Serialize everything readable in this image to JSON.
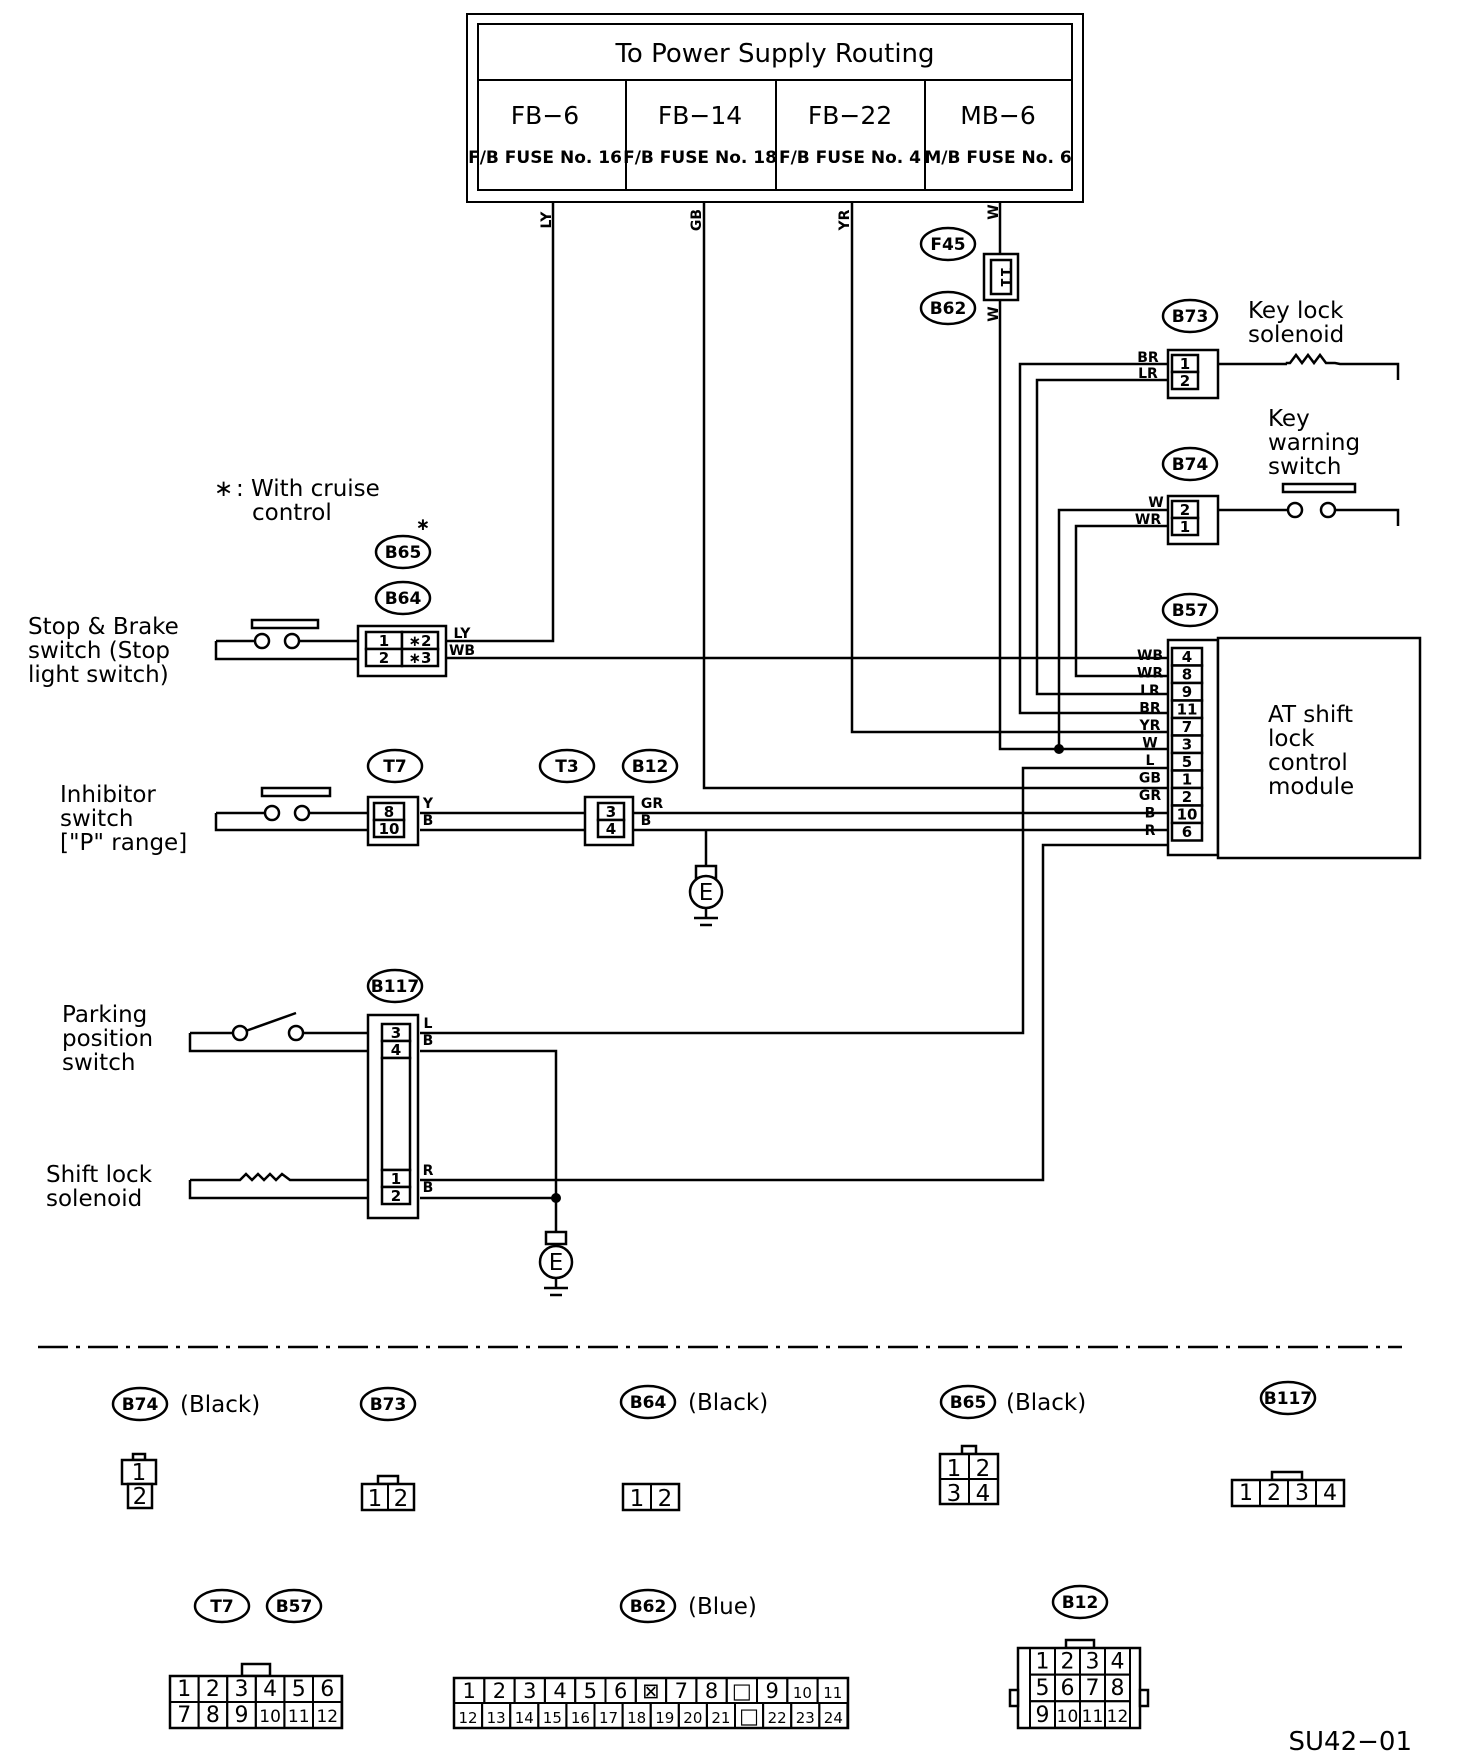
{
  "power": {
    "title": "To Power Supply Routing",
    "fuses": [
      {
        "id": "FB−6",
        "sub": "F/B FUSE No. 16"
      },
      {
        "id": "FB−14",
        "sub": "F/B FUSE No. 18"
      },
      {
        "id": "FB−22",
        "sub": "F/B FUSE No. 4"
      },
      {
        "id": "MB−6",
        "sub": "M/B FUSE No. 6"
      }
    ]
  },
  "note": {
    "mark": "∗",
    "line1": ": With cruise",
    "line2": "control"
  },
  "components": {
    "stop_brake": [
      "Stop & Brake",
      "switch (Stop",
      "light switch)"
    ],
    "inhibitor": [
      "Inhibitor",
      "switch",
      "[\"P\" range]"
    ],
    "parking": [
      "Parking",
      "position",
      "switch"
    ],
    "shift_lock": [
      "Shift lock",
      "solenoid"
    ],
    "key_lock": [
      "Key lock",
      "solenoid"
    ],
    "key_warning": [
      "Key",
      "warning",
      "switch"
    ],
    "module": [
      "AT shift",
      "lock",
      "control",
      "module"
    ]
  },
  "connectors": {
    "F45": "F45",
    "B62": "B62",
    "B73": "B73",
    "B74": "B74",
    "B57": "B57",
    "B65": "B65",
    "B64": "B64",
    "T7": "T7",
    "T3": "T3",
    "B12": "B12",
    "B117": "B117",
    "ground": "E",
    "star": "∗"
  },
  "wires": {
    "LY": "LY",
    "GB": "GB",
    "YR": "YR",
    "W": "W",
    "BR": "BR",
    "LR": "LR",
    "WR": "WR",
    "WB": "WB",
    "Y": "Y",
    "B": "B",
    "GR": "GR",
    "L": "L",
    "R": "R"
  },
  "pins": {
    "f45": "11",
    "b73": [
      "1",
      "2"
    ],
    "b74": [
      "2",
      "1"
    ],
    "b64": [
      "1",
      "2",
      "∗2",
      "∗3"
    ],
    "t7": [
      "8",
      "10"
    ],
    "b12": [
      "3",
      "4"
    ],
    "b117": [
      "3",
      "4",
      "1",
      "2"
    ],
    "b57": [
      "4",
      "8",
      "9",
      "11",
      "7",
      "3",
      "5",
      "1",
      "2",
      "10",
      "6"
    ],
    "b57_wires": [
      "WB",
      "WR",
      "LR",
      "BR",
      "YR",
      "W",
      "L",
      "GB",
      "GR",
      "B",
      "R"
    ]
  },
  "legend": {
    "b74": {
      "id": "B74",
      "color": "(Black)",
      "pins": [
        "1",
        "2"
      ]
    },
    "b73": {
      "id": "B73",
      "pins": [
        "1",
        "2"
      ]
    },
    "b64": {
      "id": "B64",
      "color": "(Black)",
      "pins": [
        "1",
        "2"
      ]
    },
    "b65": {
      "id": "B65",
      "color": "(Black)",
      "pins": [
        "1",
        "2",
        "3",
        "4"
      ]
    },
    "b117": {
      "id": "B117",
      "pins": [
        "1",
        "2",
        "3",
        "4"
      ]
    },
    "t7b57": {
      "id1": "T7",
      "id2": "B57",
      "pins": [
        "1",
        "2",
        "3",
        "4",
        "5",
        "6",
        "7",
        "8",
        "9",
        "10",
        "11",
        "12"
      ]
    },
    "b62": {
      "id": "B62",
      "color": "(Blue)",
      "row1": [
        "1",
        "2",
        "3",
        "4",
        "5",
        "6",
        "⊠",
        "7",
        "8",
        "□",
        "9",
        "10",
        "11"
      ],
      "row2": [
        "12",
        "13",
        "14",
        "15",
        "16",
        "17",
        "18",
        "19",
        "20",
        "21",
        "□",
        "22",
        "23",
        "24"
      ]
    },
    "b12": {
      "id": "B12",
      "pins": [
        "1",
        "2",
        "3",
        "4",
        "5",
        "6",
        "7",
        "8",
        "9",
        "10",
        "11",
        "12"
      ]
    }
  },
  "figure_id": "SU42−01"
}
